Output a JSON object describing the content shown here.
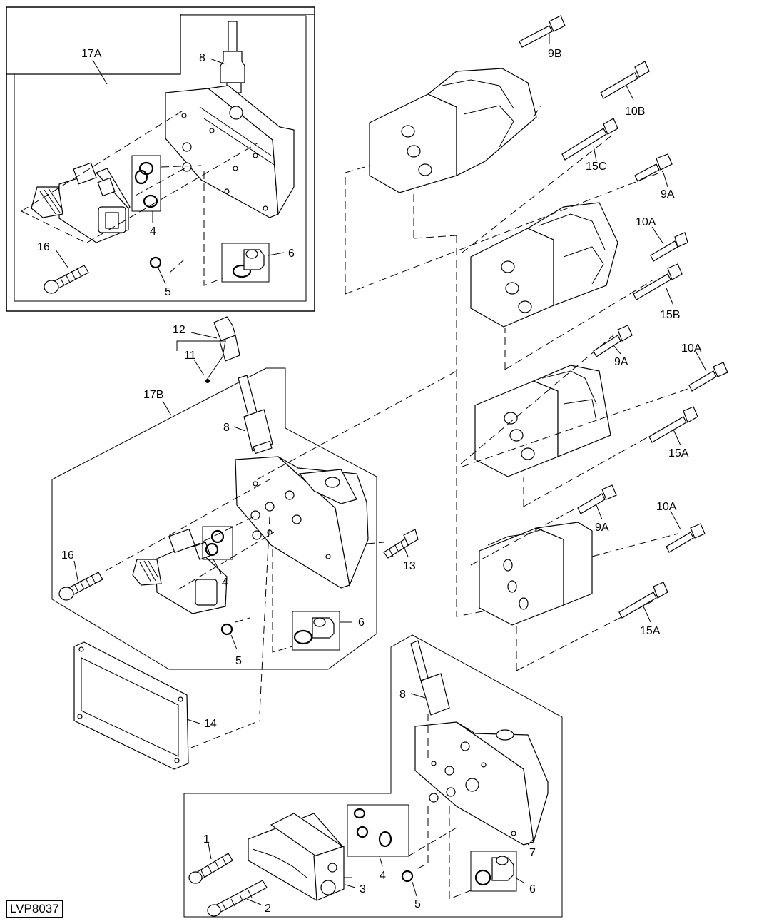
{
  "diagram": {
    "code": "LVP8037",
    "callouts": [
      {
        "id": "17A",
        "label": "17A"
      },
      {
        "id": "8a",
        "label": "8"
      },
      {
        "id": "4a",
        "label": "4"
      },
      {
        "id": "16a",
        "label": "16"
      },
      {
        "id": "5a",
        "label": "5"
      },
      {
        "id": "6a",
        "label": "6"
      },
      {
        "id": "12",
        "label": "12"
      },
      {
        "id": "11",
        "label": "11"
      },
      {
        "id": "17B",
        "label": "17B"
      },
      {
        "id": "8b",
        "label": "8"
      },
      {
        "id": "16b",
        "label": "16"
      },
      {
        "id": "4b",
        "label": "4"
      },
      {
        "id": "13",
        "label": "13"
      },
      {
        "id": "6b",
        "label": "6"
      },
      {
        "id": "5b",
        "label": "5"
      },
      {
        "id": "14",
        "label": "14"
      },
      {
        "id": "8c",
        "label": "8"
      },
      {
        "id": "7",
        "label": "7"
      },
      {
        "id": "1",
        "label": "1"
      },
      {
        "id": "4c",
        "label": "4"
      },
      {
        "id": "3",
        "label": "3"
      },
      {
        "id": "6c",
        "label": "6"
      },
      {
        "id": "2",
        "label": "2"
      },
      {
        "id": "5c",
        "label": "5"
      },
      {
        "id": "9B",
        "label": "9B"
      },
      {
        "id": "10B",
        "label": "10B"
      },
      {
        "id": "15C",
        "label": "15C"
      },
      {
        "id": "9Aa",
        "label": "9A"
      },
      {
        "id": "10Aa",
        "label": "10A"
      },
      {
        "id": "15B",
        "label": "15B"
      },
      {
        "id": "9Ab",
        "label": "9A"
      },
      {
        "id": "10Ab",
        "label": "10A"
      },
      {
        "id": "15Aa",
        "label": "15A"
      },
      {
        "id": "9Ac",
        "label": "9A"
      },
      {
        "id": "10Ac",
        "label": "10A"
      },
      {
        "id": "15Ab",
        "label": "15A"
      }
    ]
  }
}
